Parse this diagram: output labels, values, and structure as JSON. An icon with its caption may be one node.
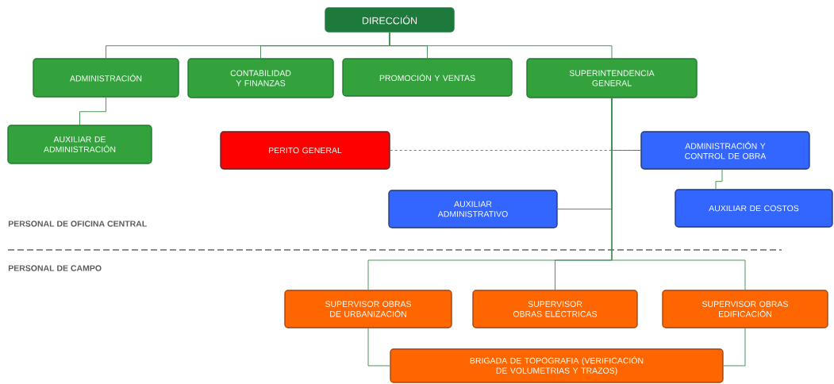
{
  "diagram": {
    "nodes": [
      {
        "text": [
          "DIRECCIÓN"
        ]
      },
      {
        "text": [
          "ADMINISTRACIÓN"
        ]
      },
      {
        "text": [
          "CONTABILIDAD Y FINANZAS"
        ]
      },
      {
        "text": [
          "PROMOCIÓN Y VENTAS"
        ]
      },
      {
        "text": [
          "SUPERINTENDENCIA GENERAL"
        ]
      },
      {
        "text": [
          "AUXILIAR DE ADMINISTRACIÓN"
        ]
      },
      {
        "text": [
          "PERITO GENERAL"
        ]
      },
      {
        "text": [
          "ADMINISTRACIÓN Y CONTROL DE OBRA"
        ]
      },
      {
        "text": [
          "AUXILIAR ADMINISTRATIVO"
        ]
      },
      {
        "text": [
          "AUXILIAR DE COSTOS"
        ]
      },
      {
        "text": [
          "SUPERVISOR OBRAS DE URBANIZACIÓN"
        ]
      },
      {
        "text": [
          "SUPERVISOR OBRAS ELÉCTRICAS"
        ]
      },
      {
        "text": [
          "SUPERVISOR OBRAS EDIFICACIÓN"
        ]
      },
      {
        "text": [
          "BRIGADA DE TOPOGRAFIA (VERIFICACIÓN DE VOLUMETRIAS Y TRAZOS)"
        ]
      }
    ],
    "edges": [
      {
        "from": 0,
        "to": 1,
        "arrow": "none"
      },
      {
        "from": 0,
        "to": 2,
        "arrow": "none"
      },
      {
        "from": 0,
        "to": 3,
        "arrow": "none"
      },
      {
        "from": 0,
        "to": 4,
        "arrow": "none"
      },
      {
        "from": 1,
        "to": 5,
        "arrow": "none"
      },
      {
        "from": 4,
        "to": 7,
        "arrow": "none"
      },
      {
        "from": 6,
        "to": 7,
        "arrow": "none",
        "style": "dashed"
      },
      {
        "from": 7,
        "to": 9,
        "arrow": "none"
      },
      {
        "from": 4,
        "to": 8,
        "arrow": "none"
      },
      {
        "from": 4,
        "to": 10,
        "arrow": "none"
      },
      {
        "from": 4,
        "to": 11,
        "arrow": "none"
      },
      {
        "from": 4,
        "to": 12,
        "arrow": "none"
      },
      {
        "from": 10,
        "to": 13,
        "arrow": "none"
      },
      {
        "from": 12,
        "to": 13,
        "arrow": "none"
      }
    ],
    "labels": [
      "PERSONAL DE OFICINA CENTRAL",
      "PERSONAL DE CAMPO"
    ]
  }
}
